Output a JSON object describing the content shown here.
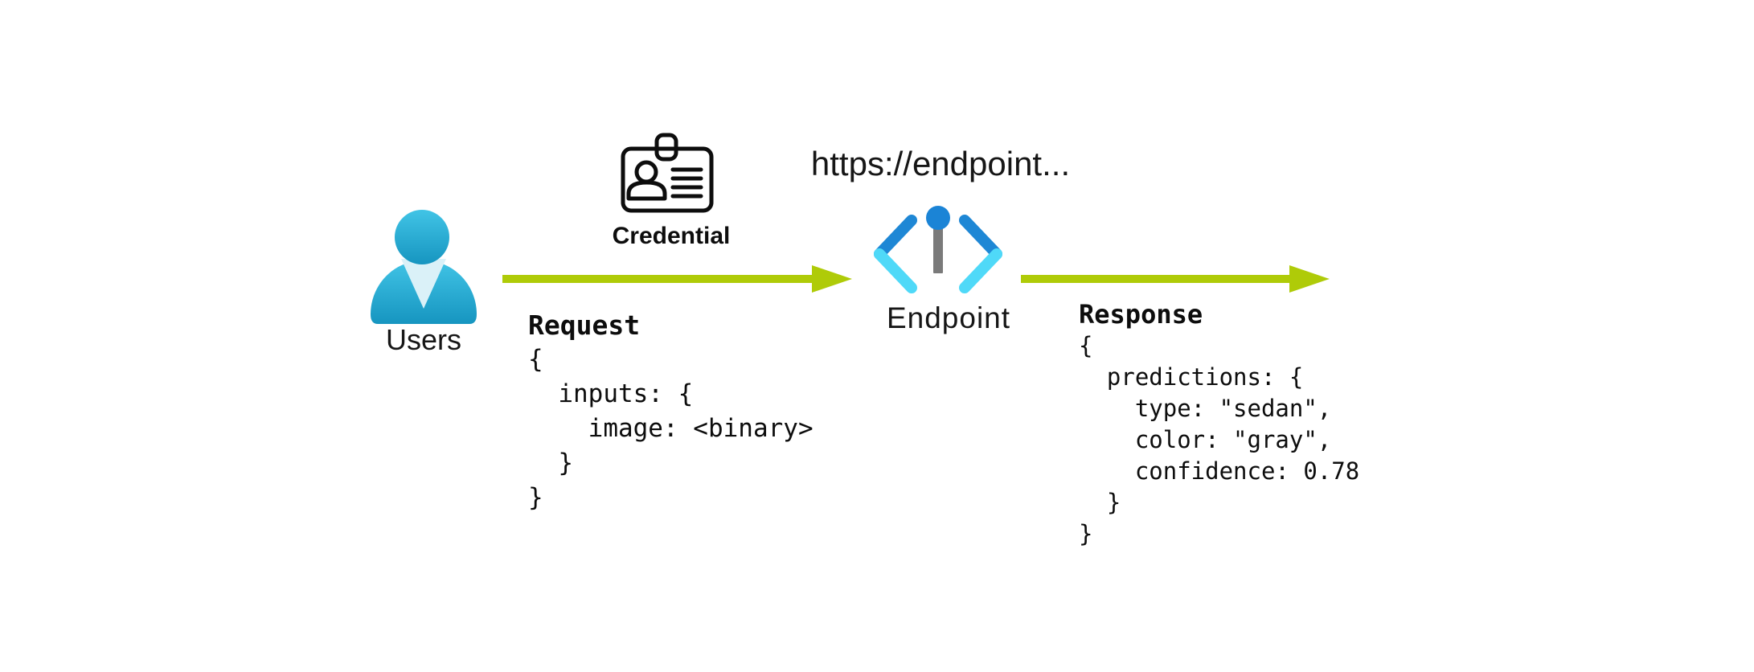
{
  "diagram": {
    "users": {
      "label": "Users"
    },
    "credential": {
      "label": "Credential"
    },
    "endpoint": {
      "label": "Endpoint",
      "url": "https://endpoint..."
    },
    "request": {
      "title": "Request",
      "code_lines": [
        "{",
        "  inputs: {",
        "    image: <binary>",
        "  }",
        "}"
      ]
    },
    "response": {
      "title": "Response",
      "code_lines": [
        "{",
        "  predictions: {",
        "    type: \"sedan\",",
        "    color: \"gray\",",
        "    confidence: 0.78",
        "  }",
        "}"
      ]
    }
  },
  "colors": {
    "arrow": "#afcb08",
    "user_top": "#41c4e6",
    "user_bottom": "#1695c0",
    "user_collar": "#daf1f8",
    "endpoint_dark": "#1e87d5",
    "endpoint_light": "#4fd9f8",
    "endpoint_gray": "#7a7a7a",
    "endpoint_pin": "#1b84d6"
  }
}
